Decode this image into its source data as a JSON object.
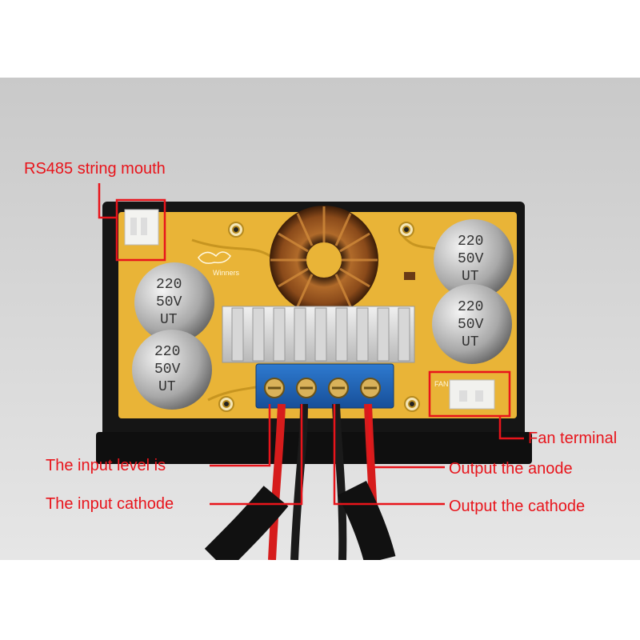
{
  "annotations": {
    "rs485_port": "RS485 string mouth",
    "fan_terminal": "Fan terminal",
    "input_positive": "The input level is",
    "input_negative": "The input cathode",
    "output_positive": "Output the anode",
    "output_negative": "Output the cathode"
  },
  "board": {
    "capacitor_marking_value": "220",
    "capacitor_marking_voltage": "50V",
    "capacitor_marking_series": "UT",
    "silkscreen_brand": "Winners",
    "silkscreen_fan": "FAN"
  },
  "colors": {
    "annotation_red": "#e8141b",
    "pcb_yellow": "#e9b437",
    "terminal_blue": "#1e63b8"
  }
}
